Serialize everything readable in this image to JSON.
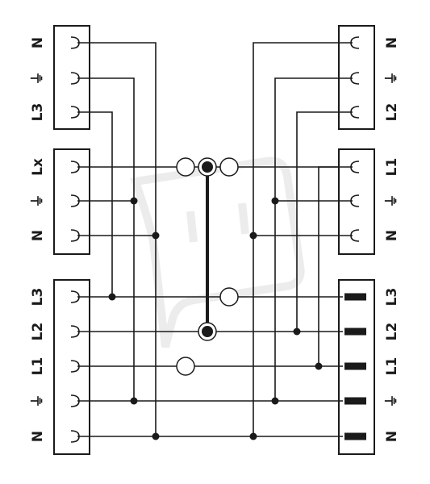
{
  "terminal_blocks": [
    {
      "id": "top-left",
      "side": "left",
      "labels": [
        "N",
        "⏚",
        "L3"
      ]
    },
    {
      "id": "mid-left",
      "side": "left",
      "labels": [
        "Lx",
        "⏚",
        "N"
      ]
    },
    {
      "id": "bottom-left",
      "side": "left",
      "labels": [
        "L3",
        "L2",
        "L1",
        "⏚",
        "N"
      ]
    },
    {
      "id": "top-right",
      "side": "right",
      "labels": [
        "N",
        "⏚",
        "L2"
      ]
    },
    {
      "id": "mid-right",
      "side": "right",
      "labels": [
        "L1",
        "⏚",
        "N"
      ]
    },
    {
      "id": "bottom-right",
      "side": "right",
      "labels": [
        "L3",
        "L2",
        "L1",
        "⏚",
        "N"
      ]
    }
  ],
  "colors": {
    "line": "#1a1a1a",
    "background": "#ffffff",
    "watermark": "#ececec"
  }
}
